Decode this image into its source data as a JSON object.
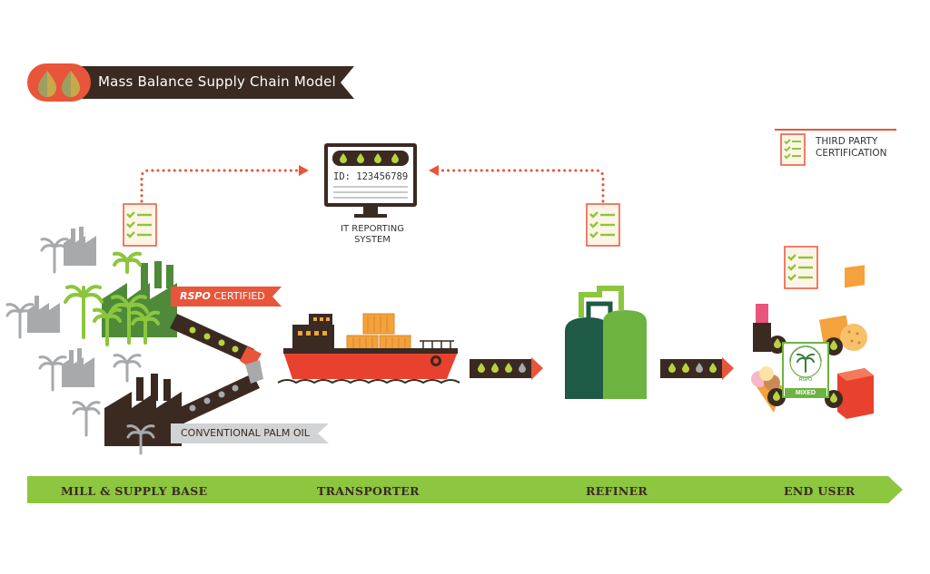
{
  "title": "Mass Balance Supply Chain Model",
  "legend": {
    "line1": "THIRD PARTY",
    "line2": "CERTIFICATION",
    "icon": "certificate-checklist-icon"
  },
  "it_system": {
    "monitor_id": "ID: 123456789",
    "label_line1": "IT REPORTING",
    "label_line2": "SYSTEM",
    "icon": "computer-monitor-icon"
  },
  "tags": {
    "rspo_word": "RSPO",
    "certified_word": "CERTIFIED",
    "conventional": "CONVENTIONAL PALM OIL"
  },
  "seal": {
    "center": "RSPO",
    "mixed": "MIXED",
    "ring": "CERTIFIED SUSTAINABLE PALM OIL"
  },
  "stages": [
    "MILL & SUPPLY BASE",
    "TRANSPORTER",
    "REFINER",
    "END USER"
  ],
  "colors": {
    "orange": "#e8553a",
    "dark_brown": "#3a2a22",
    "green_light": "#8cc63e",
    "green_dark": "#1e5a45",
    "gray": "#a7a9ab",
    "stage_bar": "#8dc63f",
    "ship_red": "#e8412e",
    "container": "#f3a23c"
  }
}
